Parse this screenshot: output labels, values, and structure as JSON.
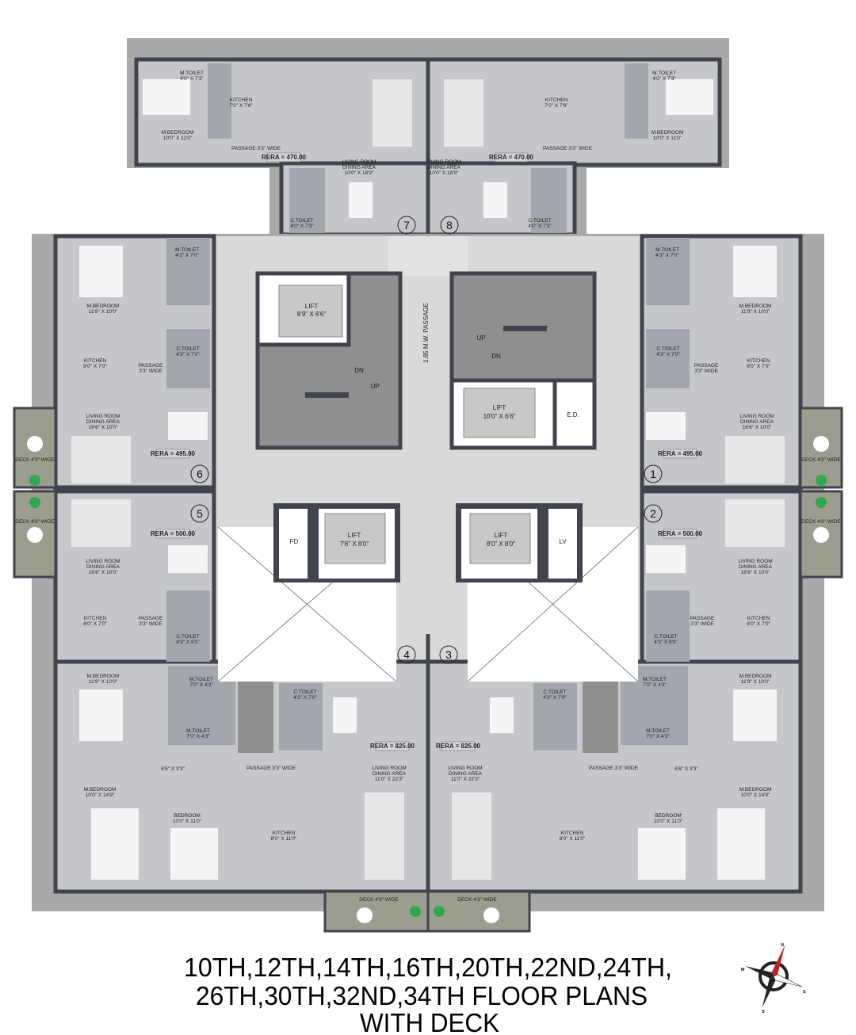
{
  "colors": {
    "wall": "#41444c",
    "floor": "#c5c7ca",
    "toilet": "#a3a7ad",
    "frame": "#a9a9a9",
    "core": "#d9d9d9",
    "stair": "#8f8f8f",
    "deck": "#9c9c8f",
    "plant": "#2fa84f",
    "compass_needle": "#c81e1e"
  },
  "title": {
    "line1": "10TH,12TH,14TH,16TH,20TH,22ND,24TH,",
    "line2": "26TH,30TH,32ND,34TH FLOOR PLANS",
    "line3": "WITH DECK"
  },
  "compass": {
    "n": "N",
    "e": "E",
    "s": "S",
    "w": "W"
  },
  "core": {
    "lift_a": {
      "name": "LIFT",
      "size": "8'9\" X 6'6\""
    },
    "stair_a_dn": "DN",
    "stair_a_up": "UP",
    "passage": "1.85 M.W. PASSAGE",
    "stair_b_up": "UP",
    "stair_b_dn": "DN",
    "lift_b": {
      "name": "LIFT",
      "size": "10'0\" X 6'6\""
    },
    "ed": "E.D.",
    "fd": "FD",
    "lift_c": {
      "name": "LIFT",
      "size": "7'6\" X 8'0\""
    },
    "lift_d": {
      "name": "LIFT",
      "size": "8'0\" X 8'0\""
    },
    "lv": "LV"
  },
  "units": {
    "u7": {
      "number": "7",
      "rera": "RERA = 470.00",
      "m_toilet": {
        "name": "M.TOILET",
        "size": "4'0\" X 7'3\""
      },
      "kitchen": {
        "name": "KITCHEN",
        "size": "7'0\" X 7'6\""
      },
      "m_bedroom": {
        "name": "M.BEDROOM",
        "size": "10'0\" X 11'0\""
      },
      "passage": "PASSAGE 3'3\" WIDE",
      "living": {
        "name1": "LIVING ROOM",
        "name2": "DINING AREA",
        "size": "10'0\" X 18'9\""
      },
      "c_toilet": {
        "name": "C.TOILET",
        "size": "4'0\" X 7'3\""
      }
    },
    "u8": {
      "number": "8",
      "rera": "RERA = 470.00",
      "m_toilet": {
        "name": "M.TOILET",
        "size": "4'0\" X 7'3\""
      },
      "kitchen": {
        "name": "KITCHEN",
        "size": "7'0\" X 7'6\""
      },
      "m_bedroom": {
        "name": "M.BEDROOM",
        "size": "10'0\" X 11'0\""
      },
      "passage": "PASSAGE 3'3\" WIDE",
      "living": {
        "name1": "LIVING ROOM",
        "name2": "DINING AREA",
        "size": "10'0\" X 18'9\""
      },
      "c_toilet": {
        "name": "C.TOILET",
        "size": "4'0\" X 7'3\""
      }
    },
    "u6": {
      "number": "6",
      "rera": "RERA = 495.00",
      "deck": "DECK 4'3\" WIDE",
      "m_toilet": {
        "name": "M.TOILET",
        "size": "4'3\" X 7'0\""
      },
      "m_bedroom": {
        "name": "M.BEDROOM",
        "size": "11'9\" X 10'0\""
      },
      "kitchen": {
        "name": "KITCHEN",
        "size": "8'0\" X 7'0\""
      },
      "passage": {
        "name": "PASSAGE",
        "size": "3'3\" WIDE"
      },
      "c_toilet": {
        "name": "C.TOILET",
        "size": "4'3\" X 7'0\""
      },
      "living": {
        "name1": "LIVING ROOM",
        "name2": "DINING AREA",
        "size": "16'6\" X 10'0\""
      }
    },
    "u1": {
      "number": "1",
      "rera": "RERA = 495.00",
      "deck": "DECK 4'3\" WIDE",
      "m_toilet": {
        "name": "M.TOILET",
        "size": "4'3\" X 7'0\""
      },
      "m_bedroom": {
        "name": "M.BEDROOM",
        "size": "11'9\" X 10'0\""
      },
      "kitchen": {
        "name": "KITCHEN",
        "size": "8'0\" X 7'0\""
      },
      "passage": {
        "name": "PASSAGE",
        "size": "3'3\" WIDE"
      },
      "c_toilet": {
        "name": "C.TOILET",
        "size": "4'3\" X 7'0\""
      },
      "living": {
        "name1": "LIVING ROOM",
        "name2": "DINING AREA",
        "size": "16'6\" X 10'0\""
      }
    },
    "u5": {
      "number": "5",
      "rera": "RERA = 500.00",
      "deck": "DECK 4'3\" WIDE",
      "living": {
        "name1": "LIVING ROOM",
        "name2": "DINING AREA",
        "size": "16'6\" X 10'0\""
      },
      "kitchen": {
        "name": "KITCHEN",
        "size": "8'0\" X 7'0\""
      },
      "passage": {
        "name": "PASSAGE",
        "size": "3'3\" WIDE"
      },
      "c_toilet": {
        "name": "C.TOILET",
        "size": "4'3\" X 8'0\""
      },
      "m_bedroom": {
        "name": "M.BEDROOM",
        "size": "11'9\" X 10'0\""
      },
      "m_toilet": {
        "name": "M.TOILET",
        "size": "7'0\" X 4'3\""
      }
    },
    "u2": {
      "number": "2",
      "rera": "RERA = 500.00",
      "deck": "DECK 4'3\" WIDE",
      "living": {
        "name1": "LIVING ROOM",
        "name2": "DINING AREA",
        "size": "16'6\" X 10'0\""
      },
      "kitchen": {
        "name": "KITCHEN",
        "size": "8'0\" X 7'0\""
      },
      "passage": {
        "name": "PASSAGE",
        "size": "3'3\" WIDE"
      },
      "c_toilet": {
        "name": "C.TOILET",
        "size": "4'3\" X 8'0\""
      },
      "m_bedroom": {
        "name": "M.BEDROOM",
        "size": "11'9\" X 10'0\""
      },
      "m_toilet": {
        "name": "M.TOILET",
        "size": "7'0\" X 4'3\""
      }
    },
    "u4": {
      "number": "4",
      "rera": "RERA = 825.00",
      "deck": "DECK 4'3\" WIDE",
      "m_toilet": {
        "name": "M.TOILET",
        "size": "7'0\" X 4'3\""
      },
      "c_toilet": {
        "name": "C.TOILET",
        "size": "4'3\" X 7'0\""
      },
      "lobby": "6'6\" X 3'3\"",
      "passage": "PASSAGE 3'3\" WIDE",
      "living": {
        "name1": "LIVING ROOM",
        "name2": "DINING AREA",
        "size": "11'0\" X 22'3\""
      },
      "m_bedroom": {
        "name": "M.BEDROOM",
        "size": "10'0\" X 14'9\""
      },
      "bedroom": {
        "name": "BEDROOM",
        "size": "10'0\" X 11'0\""
      },
      "kitchen": {
        "name": "KITCHEN",
        "size": "8'0\" X 11'0\""
      }
    },
    "u3": {
      "number": "3",
      "rera": "RERA = 825.00",
      "deck": "DECK 4'3\" WIDE",
      "m_toilet": {
        "name": "M.TOILET",
        "size": "7'0\" X 4'3\""
      },
      "c_toilet": {
        "name": "C.TOILET",
        "size": "4'3\" X 7'0\""
      },
      "lobby": "6'6\" X 3'3\"",
      "passage": "PASSAGE 3'3\" WIDE",
      "living": {
        "name1": "LIVING ROOM",
        "name2": "DINING AREA",
        "size": "11'0\" X 22'3\""
      },
      "m_bedroom": {
        "name": "M.BEDROOM",
        "size": "10'0\" X 14'9\""
      },
      "bedroom": {
        "name": "BEDROOM",
        "size": "10'0\" X 11'0\""
      },
      "kitchen": {
        "name": "KITCHEN",
        "size": "8'0\" X 11'0\""
      }
    }
  }
}
